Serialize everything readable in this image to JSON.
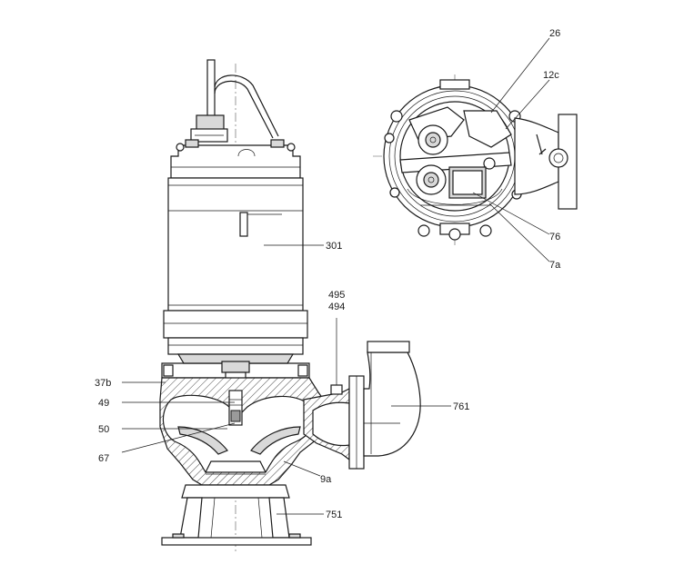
{
  "labels": {
    "l26": "26",
    "l12c": "12c",
    "l76": "76",
    "l7a": "7a",
    "l301": "301",
    "l495": "495",
    "l494": "494",
    "l37b": "37b",
    "l49": "49",
    "l50": "50",
    "l67": "67",
    "l761": "761",
    "l9a": "9a",
    "l751": "751"
  },
  "colors": {
    "line": "#1a1a1a",
    "background": "#ffffff",
    "shade": "#d9d9d9"
  }
}
